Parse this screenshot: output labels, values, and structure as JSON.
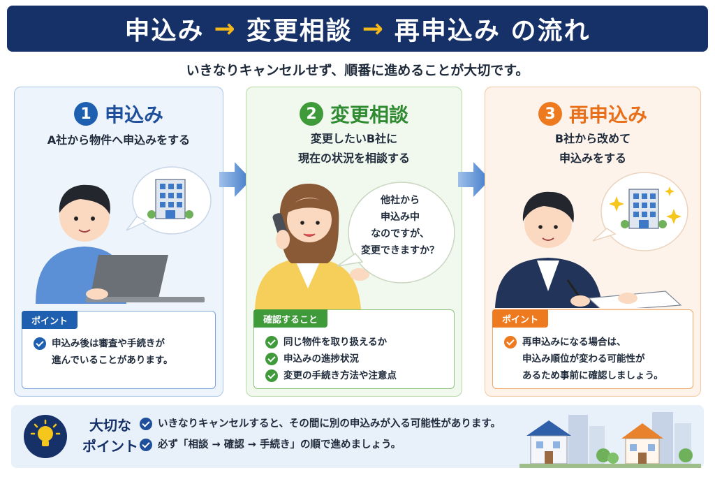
{
  "title": {
    "part1": "申込み",
    "part2": "変更相談",
    "part3": "再申込み の流れ",
    "arrow": "→"
  },
  "subtitle": "いきなりキャンセルせず、順番に進めることが大切です。",
  "steps": [
    {
      "number": "1",
      "heading": "申込み",
      "desc_lines": [
        "A社から物件へ申込みをする"
      ],
      "tag": "ポイント",
      "items": [
        [
          "申込み後は審査や手続きが",
          "進んでいることがあります。"
        ]
      ]
    },
    {
      "number": "2",
      "heading": "変更相談",
      "desc_lines": [
        "変更したいB社に",
        "現在の状況を相談する"
      ],
      "bubble_lines": [
        "他社から",
        "申込み中",
        "なのですが、",
        "変更できますか？"
      ],
      "tag": "確認すること",
      "items": [
        [
          "同じ物件を取り扱えるか"
        ],
        [
          "申込みの進捗状況"
        ],
        [
          "変更の手続き方法や注意点"
        ]
      ]
    },
    {
      "number": "3",
      "heading": "再申込み",
      "desc_lines": [
        "B社から改めて",
        "申込みをする"
      ],
      "tag": "ポイント",
      "items": [
        [
          "再申込みになる場合は、",
          "申込み順位が変わる可能性が",
          "あるため事前に確認しましょう。"
        ]
      ]
    }
  ],
  "bottom": {
    "label_lines": [
      "大切な",
      "ポイント"
    ],
    "items": [
      "いきなりキャンセルすると、その間に別の申込みが入る可能性があります。",
      "必ず「相談 → 確認 → 手続き」の順で進めましょう。"
    ]
  },
  "icons": [
    "check-icon",
    "building-icon",
    "lightbulb-icon",
    "arrow-right-icon",
    "phone-icon",
    "laptop-icon",
    "pen-icon",
    "sparkle-icon",
    "house-icon"
  ],
  "colors": {
    "title_bg": "#163068",
    "title_arrow": "#f5b81b",
    "step1": "#1f5fb0",
    "step2": "#3f9a3a",
    "step3": "#ee7a20"
  }
}
